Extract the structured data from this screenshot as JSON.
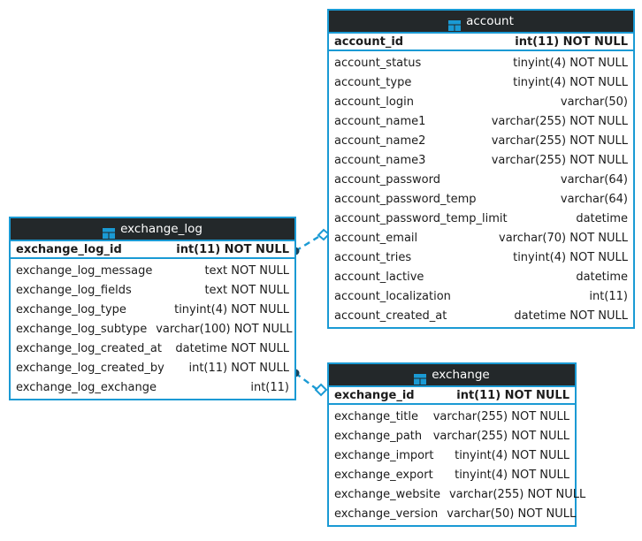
{
  "diagram": {
    "title": "database-er-diagram",
    "background_color": "#ffffff",
    "accent_color": "#1a9ad4",
    "header_color": "#23282a",
    "header_text_color": "#ffffff",
    "field_text_color": "#1c1c1c"
  },
  "tables": [
    {
      "id": "account",
      "name": "account",
      "icon": "table-icon",
      "primary_key": {
        "name": "account_id",
        "type": "int(11) NOT NULL"
      },
      "fields": [
        {
          "name": "account_status",
          "type": "tinyint(4) NOT NULL"
        },
        {
          "name": "account_type",
          "type": "tinyint(4) NOT NULL"
        },
        {
          "name": "account_login",
          "type": "varchar(50)"
        },
        {
          "name": "account_name1",
          "type": "varchar(255) NOT NULL"
        },
        {
          "name": "account_name2",
          "type": "varchar(255) NOT NULL"
        },
        {
          "name": "account_name3",
          "type": "varchar(255) NOT NULL"
        },
        {
          "name": "account_password",
          "type": "varchar(64)"
        },
        {
          "name": "account_password_temp",
          "type": "varchar(64)"
        },
        {
          "name": "account_password_temp_limit",
          "type": "datetime"
        },
        {
          "name": "account_email",
          "type": "varchar(70) NOT NULL"
        },
        {
          "name": "account_tries",
          "type": "tinyint(4) NOT NULL"
        },
        {
          "name": "account_lactive",
          "type": "datetime"
        },
        {
          "name": "account_localization",
          "type": "int(11)"
        },
        {
          "name": "account_created_at",
          "type": "datetime NOT NULL"
        }
      ]
    },
    {
      "id": "exchange_log",
      "name": "exchange_log",
      "icon": "table-icon",
      "primary_key": {
        "name": "exchange_log_id",
        "type": "int(11) NOT NULL"
      },
      "fields": [
        {
          "name": "exchange_log_message",
          "type": "text NOT NULL"
        },
        {
          "name": "exchange_log_fields",
          "type": "text NOT NULL"
        },
        {
          "name": "exchange_log_type",
          "type": "tinyint(4) NOT NULL"
        },
        {
          "name": "exchange_log_subtype",
          "type": "varchar(100) NOT NULL"
        },
        {
          "name": "exchange_log_created_at",
          "type": "datetime NOT NULL"
        },
        {
          "name": "exchange_log_created_by",
          "type": "int(11) NOT NULL"
        },
        {
          "name": "exchange_log_exchange",
          "type": "int(11)"
        }
      ]
    },
    {
      "id": "exchange",
      "name": "exchange",
      "icon": "table-icon",
      "primary_key": {
        "name": "exchange_id",
        "type": "int(11) NOT NULL"
      },
      "fields": [
        {
          "name": "exchange_title",
          "type": "varchar(255) NOT NULL"
        },
        {
          "name": "exchange_path",
          "type": "varchar(255) NOT NULL"
        },
        {
          "name": "exchange_import",
          "type": "tinyint(4) NOT NULL"
        },
        {
          "name": "exchange_export",
          "type": "tinyint(4) NOT NULL"
        },
        {
          "name": "exchange_website",
          "type": "varchar(255) NOT NULL"
        },
        {
          "name": "exchange_version",
          "type": "varchar(50) NOT NULL"
        }
      ]
    }
  ],
  "relationships": [
    {
      "id": "rel-exchange-log-created-by-account",
      "from_table": "exchange_log",
      "from_field": "exchange_log_id",
      "to_table": "account",
      "to_field": "account_password_temp_limit",
      "from_marker": "dot",
      "to_marker": "diamond"
    },
    {
      "id": "rel-exchange-log-exchange-exchange",
      "from_table": "exchange_log",
      "from_field": "exchange_log_created_by",
      "to_table": "exchange",
      "to_field": "exchange_id",
      "from_marker": "dot",
      "to_marker": "diamond"
    }
  ]
}
